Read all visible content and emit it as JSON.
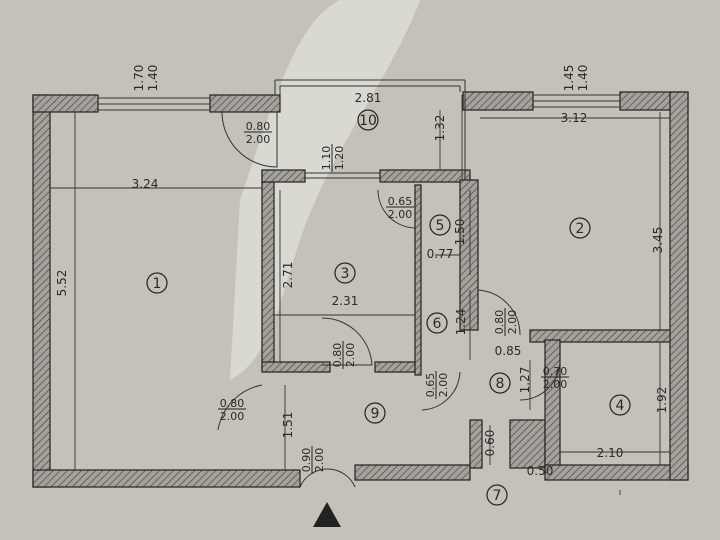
{
  "rooms": [
    "1",
    "2",
    "3",
    "4",
    "5",
    "6",
    "7",
    "8",
    "9",
    "10"
  ],
  "dimensions": [
    "1.70",
    "1.40",
    "1.45",
    "1.40",
    "2.81",
    "1.32",
    "3.12",
    "3.24",
    "5.52",
    "2.71",
    "2.31",
    "1.50",
    "0.77",
    "1.24",
    "0.85",
    "1.27",
    "3.45",
    "1.92",
    "2.10",
    "1.51",
    "0.60",
    "0.50"
  ],
  "openings": [
    {
      "w": "0.80",
      "h": "2.00"
    },
    {
      "w": "1.10",
      "h": "1.20"
    },
    {
      "w": "0.80",
      "h": "2.00"
    },
    {
      "w": "0.65",
      "h": "2.00"
    },
    {
      "w": "0.65",
      "h": "2.00"
    },
    {
      "w": "0.80",
      "h": "2.00"
    },
    {
      "w": "0.70",
      "h": "2.00"
    },
    {
      "w": "0.80",
      "h": "2.00"
    },
    {
      "w": "0.90",
      "h": "2.00"
    }
  ],
  "colors": {
    "paper": "#c4c1b8",
    "wall": "#8d8a84",
    "line": "#2a2a2a"
  },
  "north_marker": "north-arrow-icon"
}
